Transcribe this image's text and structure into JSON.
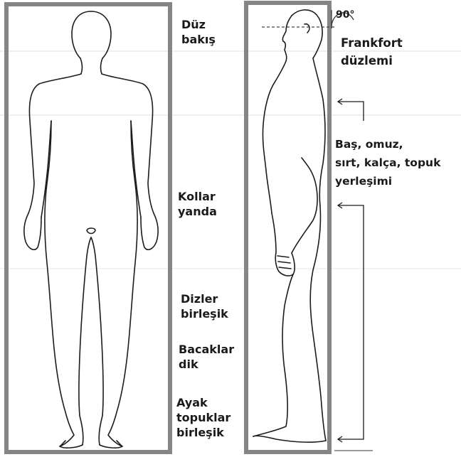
{
  "angle_label": "90°",
  "labels": {
    "front": {
      "gaze": [
        "Düz",
        "bakış"
      ],
      "arms": [
        "Kollar",
        "yanda"
      ],
      "knees": [
        "Dizler",
        "birleşik"
      ],
      "legs": [
        "Bacaklar",
        "dik"
      ],
      "heels": [
        "Ayak",
        "topuklar",
        "birleşik"
      ]
    },
    "side": {
      "frankfort": [
        "Frankfort",
        "düzlemi"
      ],
      "alignment": [
        "Baş, omuz,",
        "sırt, kalça, topuk",
        "yerleşimi"
      ]
    }
  },
  "colors": {
    "frame": "#858585",
    "outline": "#1c1c1c",
    "text": "#1a1a1a",
    "faint_line": "#f2d8d8"
  }
}
